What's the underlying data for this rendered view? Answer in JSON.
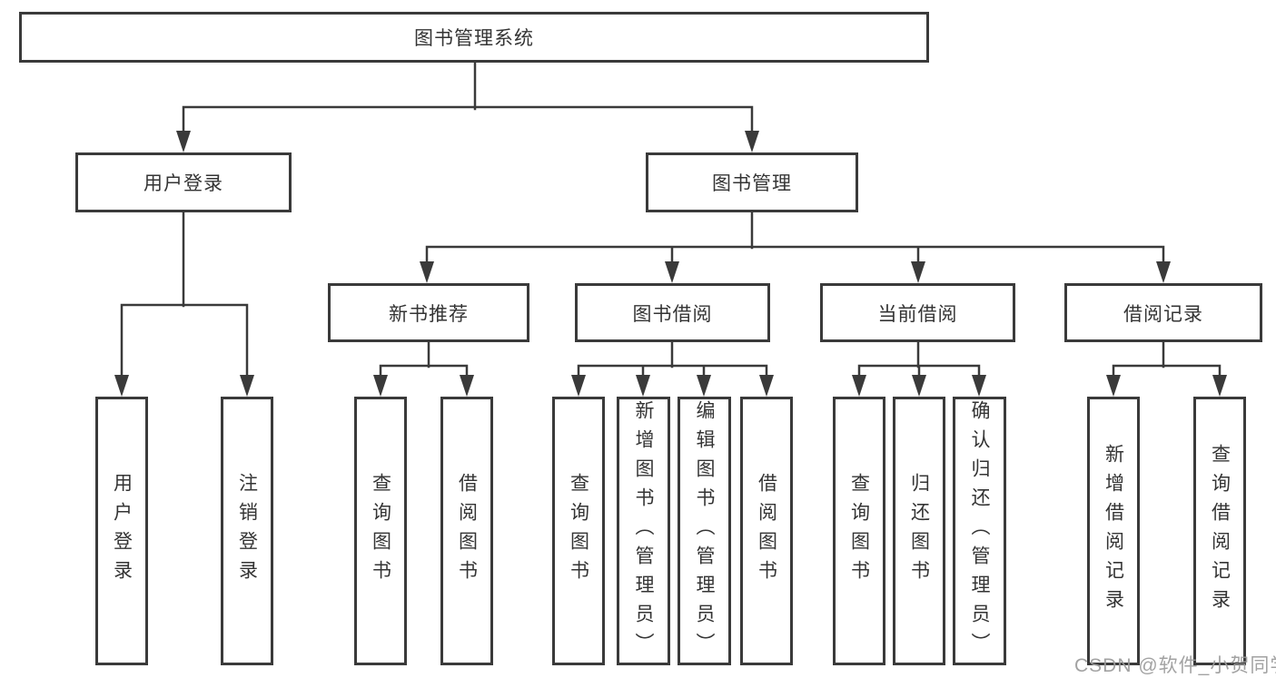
{
  "colors": {
    "background": "#ffffff",
    "line": "#3a3a3a",
    "text": "#343434",
    "watermark": "#9b9b9b"
  },
  "watermark": {
    "text": "CSDN @软件_小贺同学"
  },
  "nodes": {
    "root": "图书管理系统",
    "user_login": "用户登录",
    "book_management": "图书管理",
    "new_book_recommend": "新书推荐",
    "book_borrow": "图书借阅",
    "current_borrow": "当前借阅",
    "borrow_record": "借阅记录",
    "leaf_user_login": "用户登录",
    "leaf_logout": "注销登录",
    "leaf_recommend_query": "查询图书",
    "leaf_recommend_borrow": "借阅图书",
    "leaf_borrow_query": "查询图书",
    "leaf_borrow_add": "新增图书（管理员）",
    "leaf_borrow_edit": "编辑图书（管理员）",
    "leaf_borrow_borrow": "借阅图书",
    "leaf_current_query": "查询图书",
    "leaf_current_return": "归还图书",
    "leaf_current_confirm": "确认归还（管理员）",
    "leaf_record_add": "新增借阅记录",
    "leaf_record_query": "查询借阅记录"
  }
}
